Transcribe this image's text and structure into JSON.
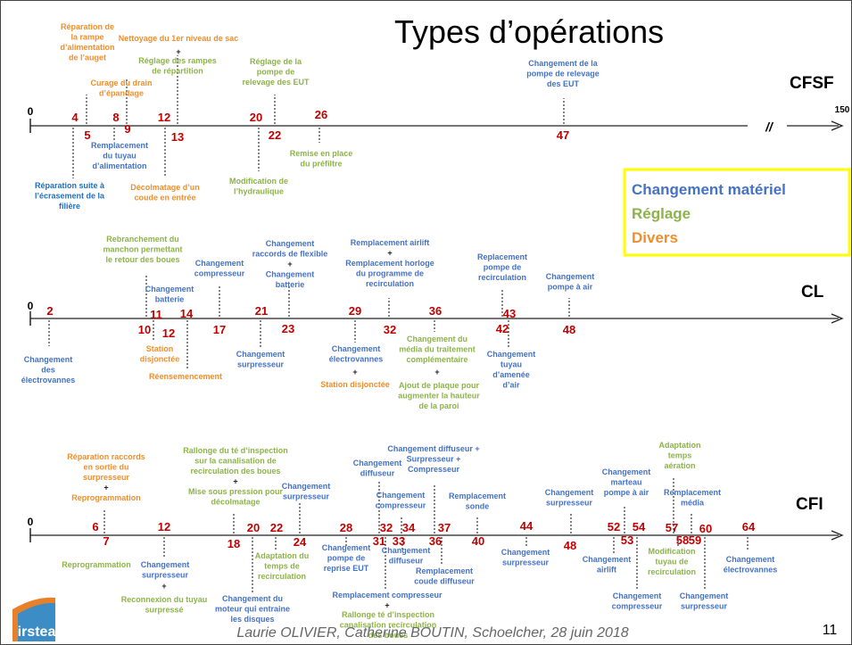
{
  "title": "Types d’opérations",
  "page_number": "11",
  "footer": "Laurie OLIVIER, Catherine BOUTIN, Schoelcher, 28 juin 2018",
  "logo_text": "irstea",
  "colors": {
    "materiel": "#4472c4",
    "reglage": "#8db34a",
    "divers": "#f08e2c",
    "blue_dark": "#1f6fbf",
    "number": "#c00000",
    "legend_border": "#ffff00"
  },
  "legend": [
    {
      "label": "Changement matériel",
      "cat": "materiel"
    },
    {
      "label": "Réglage",
      "cat": "reglage"
    },
    {
      "label": "Divers",
      "cat": "divers"
    }
  ],
  "lines": [
    {
      "name": "CFSF",
      "end_label": "150",
      "break_mark": "//",
      "numbers": [
        {
          "n": "4",
          "side": "up"
        },
        {
          "n": "5",
          "side": "down"
        },
        {
          "n": "8",
          "side": "up"
        },
        {
          "n": "9",
          "side": "up"
        },
        {
          "n": "12",
          "side": "up"
        },
        {
          "n": "13",
          "side": "down"
        },
        {
          "n": "20",
          "side": "up"
        },
        {
          "n": "22",
          "side": "down"
        },
        {
          "n": "26",
          "side": "up"
        },
        {
          "n": "47",
          "side": "down"
        }
      ],
      "events": [
        {
          "cat": "divers",
          "lines": [
            "Réparation de",
            "la rampe",
            "d’alimentation",
            "de l’auget"
          ]
        },
        {
          "cat": "divers",
          "lines": [
            "Nettoyage du 1er niveau de sac"
          ]
        },
        {
          "cat": "reglage",
          "lines": [
            "Réglage des rampes",
            "de répartition"
          ]
        },
        {
          "cat": "divers",
          "lines": [
            "Curage du drain",
            "d’épandage"
          ]
        },
        {
          "cat": "reglage",
          "lines": [
            "Réglage de la",
            "pompe de",
            "relevage des EUT"
          ]
        },
        {
          "cat": "materiel",
          "lines": [
            "Changement de la",
            "pompe de relevage",
            "des EUT"
          ]
        },
        {
          "cat": "materiel",
          "lines": [
            "Remplacement",
            "du tuyau",
            "d’alimentation"
          ]
        },
        {
          "cat": "reglage",
          "lines": [
            "Remise en place",
            "du préfiltre"
          ]
        },
        {
          "cat": "materiel",
          "lines": [
            "Réparation suite à",
            "l’écrasement de la",
            "filière"
          ]
        },
        {
          "cat": "divers",
          "lines": [
            "Décolmatage d’un",
            "coude en entrée"
          ]
        },
        {
          "cat": "reglage",
          "lines": [
            "Modification de",
            "l’hydraulique"
          ]
        }
      ]
    },
    {
      "name": "CL",
      "numbers": [
        {
          "n": "2",
          "side": "up"
        },
        {
          "n": "10",
          "side": "down"
        },
        {
          "n": "11",
          "side": "down"
        },
        {
          "n": "12",
          "side": "down"
        },
        {
          "n": "14",
          "side": "down"
        },
        {
          "n": "17",
          "side": "down"
        },
        {
          "n": "21",
          "side": "up"
        },
        {
          "n": "23",
          "side": "down"
        },
        {
          "n": "29",
          "side": "up"
        },
        {
          "n": "32",
          "side": "down"
        },
        {
          "n": "36",
          "side": "up"
        },
        {
          "n": "42",
          "side": "down"
        },
        {
          "n": "43",
          "side": "up"
        },
        {
          "n": "48",
          "side": "down"
        }
      ],
      "events": [
        {
          "cat": "reglage",
          "lines": [
            "Rebranchement du",
            "manchon permettant",
            "le retour des boues"
          ]
        },
        {
          "cat": "materiel",
          "lines": [
            "Changement",
            "raccords de flexible",
            "+",
            "Changement",
            "batterie"
          ]
        },
        {
          "cat": "materiel",
          "lines": [
            "Remplacement airlift",
            "+",
            "Remplacement horloge",
            "du programme de",
            "recirculation"
          ]
        },
        {
          "cat": "materiel",
          "lines": [
            "Replacement",
            "pompe de",
            "recirculation"
          ]
        },
        {
          "cat": "materiel",
          "lines": [
            "Changement",
            "compresseur"
          ]
        },
        {
          "cat": "materiel",
          "lines": [
            "Changement",
            "pompe à air"
          ]
        },
        {
          "cat": "materiel",
          "lines": [
            "Changement",
            "batterie"
          ]
        },
        {
          "cat": "materiel",
          "lines": [
            "Changement",
            "des",
            "électrovannes"
          ]
        },
        {
          "cat": "divers",
          "lines": [
            "Station",
            "disjonctée"
          ]
        },
        {
          "cat": "divers",
          "lines": [
            "Réensemencement"
          ]
        },
        {
          "cat": "materiel",
          "lines": [
            "Changement",
            "surpresseur"
          ]
        },
        {
          "cat": "materiel",
          "lines": [
            "Changement",
            "électrovannes"
          ]
        },
        {
          "cat": "divers",
          "lines": [
            "Station disjonctée"
          ]
        },
        {
          "cat": "reglage",
          "lines": [
            "Changement du",
            "média du traitement",
            "complémentaire"
          ]
        },
        {
          "cat": "reglage",
          "lines": [
            "Ajout de plaque pour",
            "augmenter la hauteur",
            "de la paroi"
          ]
        },
        {
          "cat": "materiel",
          "lines": [
            "Changement",
            "tuyau",
            "d’amenée",
            "d’air"
          ]
        }
      ]
    },
    {
      "name": "CFI",
      "numbers": [
        {
          "n": "6",
          "side": "up"
        },
        {
          "n": "7",
          "side": "down"
        },
        {
          "n": "12",
          "side": "up"
        },
        {
          "n": "18",
          "side": "down"
        },
        {
          "n": "20",
          "side": "up"
        },
        {
          "n": "22",
          "side": "up"
        },
        {
          "n": "24",
          "side": "down"
        },
        {
          "n": "28",
          "side": "up"
        },
        {
          "n": "31",
          "side": "down"
        },
        {
          "n": "32",
          "side": "up"
        },
        {
          "n": "33",
          "side": "down"
        },
        {
          "n": "34",
          "side": "up"
        },
        {
          "n": "36",
          "side": "down"
        },
        {
          "n": "37",
          "side": "up"
        },
        {
          "n": "40",
          "side": "down"
        },
        {
          "n": "44",
          "side": "up"
        },
        {
          "n": "48",
          "side": "down"
        },
        {
          "n": "52",
          "side": "up"
        },
        {
          "n": "53",
          "side": "down"
        },
        {
          "n": "54",
          "side": "up"
        },
        {
          "n": "57",
          "side": "up"
        },
        {
          "n": "58",
          "side": "down"
        },
        {
          "n": "59",
          "side": "down"
        },
        {
          "n": "60",
          "side": "up"
        },
        {
          "n": "64",
          "side": "up"
        }
      ],
      "events": [
        {
          "cat": "divers",
          "lines": [
            "Réparation raccords",
            "en sortie du",
            "surpresseur",
            "+",
            "Reprogrammation"
          ]
        },
        {
          "cat": "reglage",
          "lines": [
            "Rallonge du té d’inspection",
            "sur la canalisation de",
            "recirculation des boues",
            "+",
            "Mise sous pression pour",
            "décolmatage"
          ]
        },
        {
          "cat": "materiel",
          "lines": [
            "Changement",
            "surpresseur"
          ]
        },
        {
          "cat": "materiel",
          "lines": [
            "Changement",
            "diffuseur"
          ]
        },
        {
          "cat": "materiel",
          "lines": [
            "Changement diffuseur +",
            "Surpresseur +",
            "Compresseur"
          ]
        },
        {
          "cat": "materiel",
          "lines": [
            "Changement",
            "compresseur"
          ]
        },
        {
          "cat": "materiel",
          "lines": [
            "Remplacement",
            "sonde"
          ]
        },
        {
          "cat": "materiel",
          "lines": [
            "Changement",
            "surpresseur"
          ]
        },
        {
          "cat": "materiel",
          "lines": [
            "Changement",
            "marteau",
            "pompe à air"
          ]
        },
        {
          "cat": "reglage",
          "lines": [
            "Adaptation",
            "temps",
            "aération"
          ]
        },
        {
          "cat": "materiel",
          "lines": [
            "Remplacement",
            "média"
          ]
        },
        {
          "cat": "reglage",
          "lines": [
            "Reprogrammation"
          ]
        },
        {
          "cat": "materiel",
          "lines": [
            "Changement",
            "surpresseur"
          ]
        },
        {
          "cat": "reglage",
          "lines": [
            "Reconnexion du tuyau",
            "surpressé"
          ]
        },
        {
          "cat": "materiel",
          "lines": [
            "Changement du",
            "moteur qui entraine",
            "les disques"
          ]
        },
        {
          "cat": "reglage",
          "lines": [
            "Adaptation du",
            "temps de",
            "recirculation"
          ]
        },
        {
          "cat": "materiel",
          "lines": [
            "Changement",
            "pompe de",
            "reprise EUT"
          ]
        },
        {
          "cat": "materiel",
          "lines": [
            "Changement",
            "diffuseur"
          ]
        },
        {
          "cat": "materiel",
          "lines": [
            "Remplacement",
            "coude diffuseur"
          ]
        },
        {
          "cat": "materiel",
          "lines": [
            "Changement",
            "surpresseur"
          ]
        },
        {
          "cat": "materiel",
          "lines": [
            "Remplacement compresseur",
            "+"
          ]
        },
        {
          "cat": "reglage",
          "lines": [
            "Rallonge té d’inspection",
            "canalisation recirculation",
            "des boues"
          ]
        },
        {
          "cat": "materiel",
          "lines": [
            "Changement",
            "airlift"
          ]
        },
        {
          "cat": "materiel",
          "lines": [
            "Changement",
            "compresseur"
          ]
        },
        {
          "cat": "reglage",
          "lines": [
            "Modification",
            "tuyau de",
            "recirculation"
          ]
        },
        {
          "cat": "materiel",
          "lines": [
            "Changement",
            "surpresseur"
          ]
        },
        {
          "cat": "materiel",
          "lines": [
            "Changement",
            "électrovannes"
          ]
        }
      ]
    }
  ]
}
